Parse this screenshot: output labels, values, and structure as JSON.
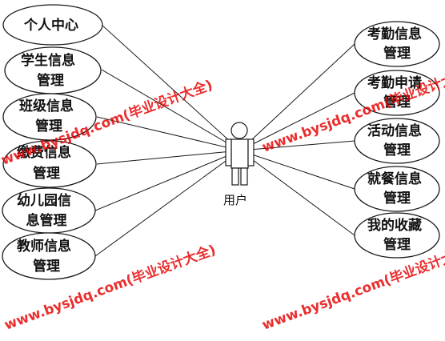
{
  "diagram": {
    "actor_label": "用户",
    "left_nodes": [
      {
        "lines": [
          "个人中心"
        ]
      },
      {
        "lines": [
          "学生信息",
          "管理"
        ]
      },
      {
        "lines": [
          "班级信息",
          "管理"
        ]
      },
      {
        "lines": [
          "缴费信息",
          "管理"
        ]
      },
      {
        "lines": [
          "幼儿园信",
          "息管理"
        ]
      },
      {
        "lines": [
          "教师信息",
          "管理"
        ]
      }
    ],
    "right_nodes": [
      {
        "lines": [
          "考勤信息",
          "管理"
        ]
      },
      {
        "lines": [
          "考勤申请",
          "管理"
        ]
      },
      {
        "lines": [
          "活动信息",
          "管理"
        ]
      },
      {
        "lines": [
          "就餐信息",
          "管理"
        ]
      },
      {
        "lines": [
          "我的收藏",
          "管理"
        ]
      }
    ]
  },
  "watermark": {
    "text": "www.bysjdq.com(毕业设计大全)"
  },
  "colors": {
    "watermark": "#e60000",
    "stroke": "#1a1a1a"
  }
}
